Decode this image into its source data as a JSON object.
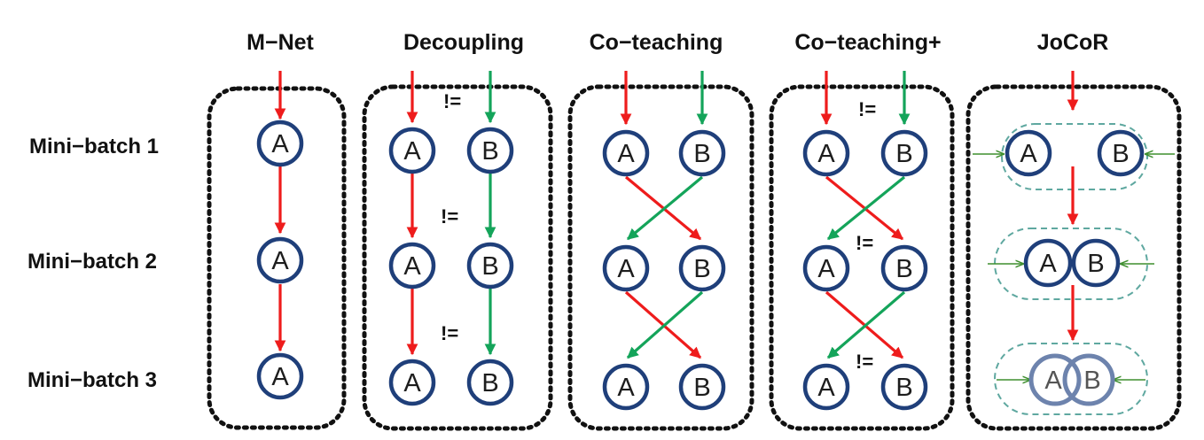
{
  "titles": {
    "mnet": "M−Net",
    "decoupling": "Decoupling",
    "coteaching": "Co−teaching",
    "coteaching_plus": "Co−teaching+",
    "jocor": "JoCoR"
  },
  "rows": {
    "mb1": "Mini−batch 1",
    "mb2": "Mini−batch 2",
    "mb3": "Mini−batch 3"
  },
  "nodes": {
    "a": "A",
    "b": "B"
  },
  "neq": "!=",
  "colors": {
    "red": "#ee1c1c",
    "green": "#14a45a",
    "node_border": "#1f3f7a",
    "group_border": "#5fa8a0",
    "join_arrow": "#3f8f2f"
  }
}
